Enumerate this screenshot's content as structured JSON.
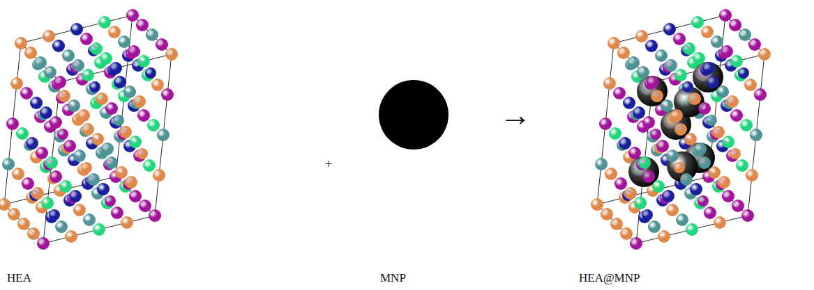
{
  "diagram": {
    "labels": [
      "HEA",
      "+",
      "MNP",
      "→",
      "HEA@MNP"
    ]
  }
}
